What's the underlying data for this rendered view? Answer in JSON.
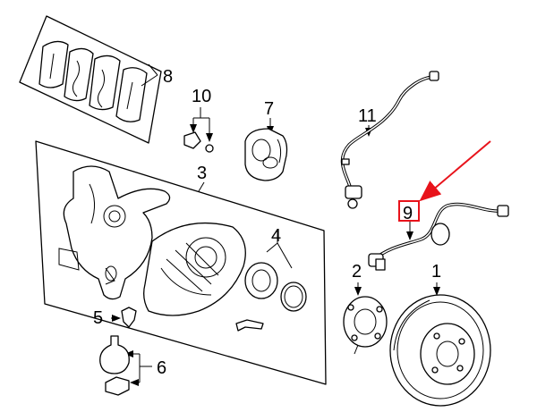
{
  "labels": {
    "p1": "1",
    "p2": "2",
    "p3": "3",
    "p4": "4",
    "p5": "5",
    "p6": "6",
    "p7": "7",
    "p8": "8",
    "p9": "9",
    "p10": "10",
    "p11": "11"
  },
  "highlight": {
    "target_label": "9",
    "color": "#e8131b"
  }
}
